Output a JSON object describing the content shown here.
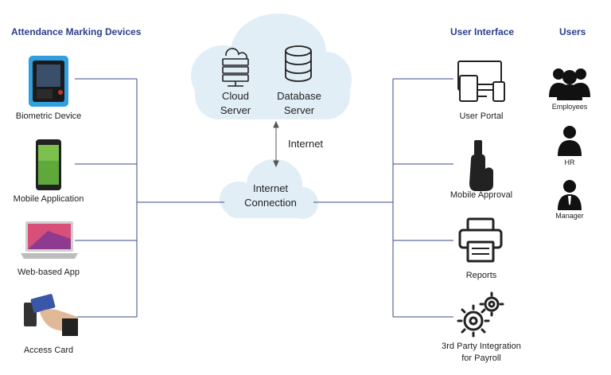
{
  "headers": {
    "devices": "Attendance Marking Devices",
    "user_interface": "User Interface",
    "users": "Users"
  },
  "devices": [
    {
      "label": "Biometric Device",
      "icon": "biometric-device-icon"
    },
    {
      "label": "Mobile Application",
      "icon": "smartphone-icon"
    },
    {
      "label": "Web-based App",
      "icon": "laptop-icon"
    },
    {
      "label": "Access Card",
      "icon": "access-card-icon"
    }
  ],
  "cloud": {
    "server_line1": "Cloud",
    "server_line2": "Server",
    "db_line1": "Database",
    "db_line2": "Server"
  },
  "internet_label": "Internet",
  "connection": {
    "line1": "Internet",
    "line2": "Connection"
  },
  "interfaces": [
    {
      "label": "User Portal",
      "icon": "monitor-devices-icon"
    },
    {
      "label": "Mobile Approval",
      "icon": "hand-phone-icon"
    },
    {
      "label": "Reports",
      "icon": "printer-icon"
    },
    {
      "label_line1": "3rd Party Integration",
      "label_line2": "for Payroll",
      "icon": "gears-icon"
    }
  ],
  "users": [
    {
      "label": "Employees",
      "icon": "group-icon"
    },
    {
      "label": "HR",
      "icon": "person-icon"
    },
    {
      "label": "Manager",
      "icon": "manager-icon"
    }
  ],
  "colors": {
    "header": "#2a3f8c",
    "line": "#3a4a8a",
    "cloud": "#e2eef6",
    "icon": "#222222"
  }
}
